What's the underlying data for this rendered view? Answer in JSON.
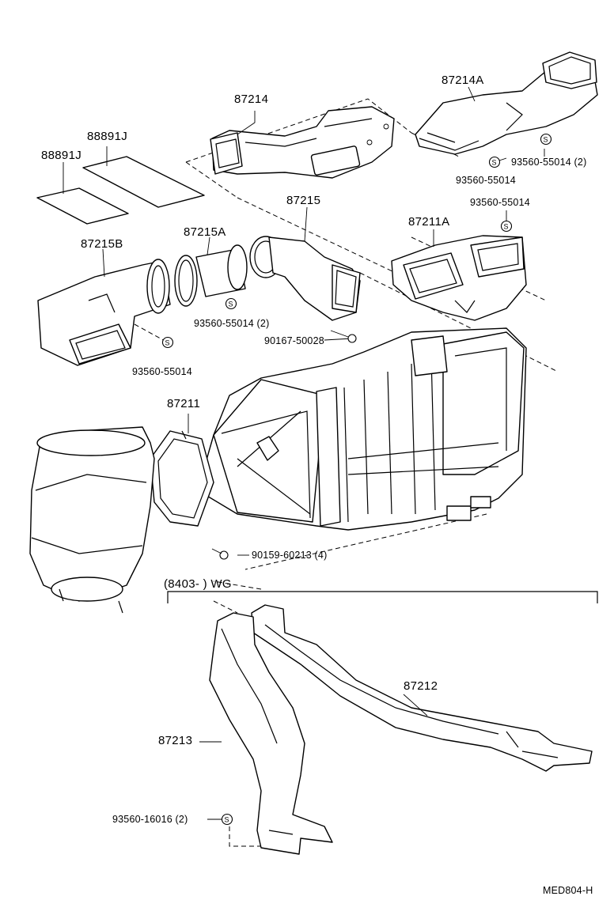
{
  "labels": {
    "p87214": "87214",
    "p87214A": "87214A",
    "p88891J_a": "88891J",
    "p88891J_b": "88891J",
    "p87215": "87215",
    "p87215A": "87215A",
    "p87215B": "87215B",
    "p87211A": "87211A",
    "p87211": "87211",
    "p87212": "87212",
    "p87213": "87213",
    "c93560_55014_2a": "93560-55014 (2)",
    "c93560_55014_a": "93560-55014",
    "c93560_55014_b": "93560-55014",
    "c93560_55014_2b": "93560-55014 (2)",
    "c93560_55014_c": "93560-55014",
    "c90167_50028": "90167-50028",
    "c90159_60213": "90159-60213 (4)",
    "c93560_16016": "93560-16016 (2)",
    "wg_range": "(8403-      ) WG",
    "drawing_code": "MED804-H"
  },
  "symbols": {
    "screw_mark": "S"
  }
}
